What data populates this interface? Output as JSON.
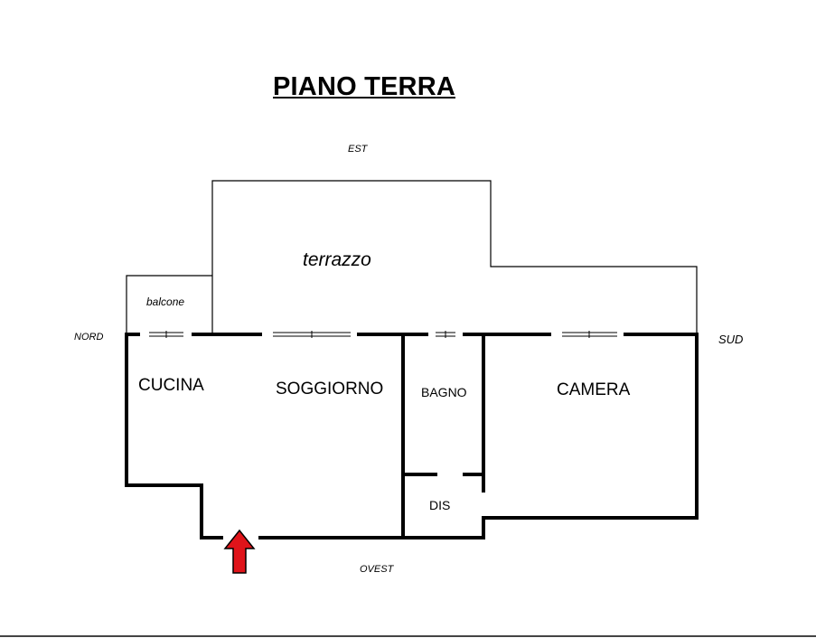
{
  "title": "PIANO TERRA",
  "directions": {
    "north": "NORD",
    "south": "SUD",
    "east": "EST",
    "west": "OVEST"
  },
  "rooms": {
    "terrace": "terrazzo",
    "balcony": "balcone",
    "kitchen": "CUCINA",
    "living": "SOGGIORNO",
    "bathroom": "BAGNO",
    "bedroom": "CAMERA",
    "hallway": "DIS"
  },
  "colors": {
    "walls": "#000000",
    "entrance_arrow": "#e0141a"
  },
  "icons": {
    "entrance": "red-arrow-up-icon"
  }
}
